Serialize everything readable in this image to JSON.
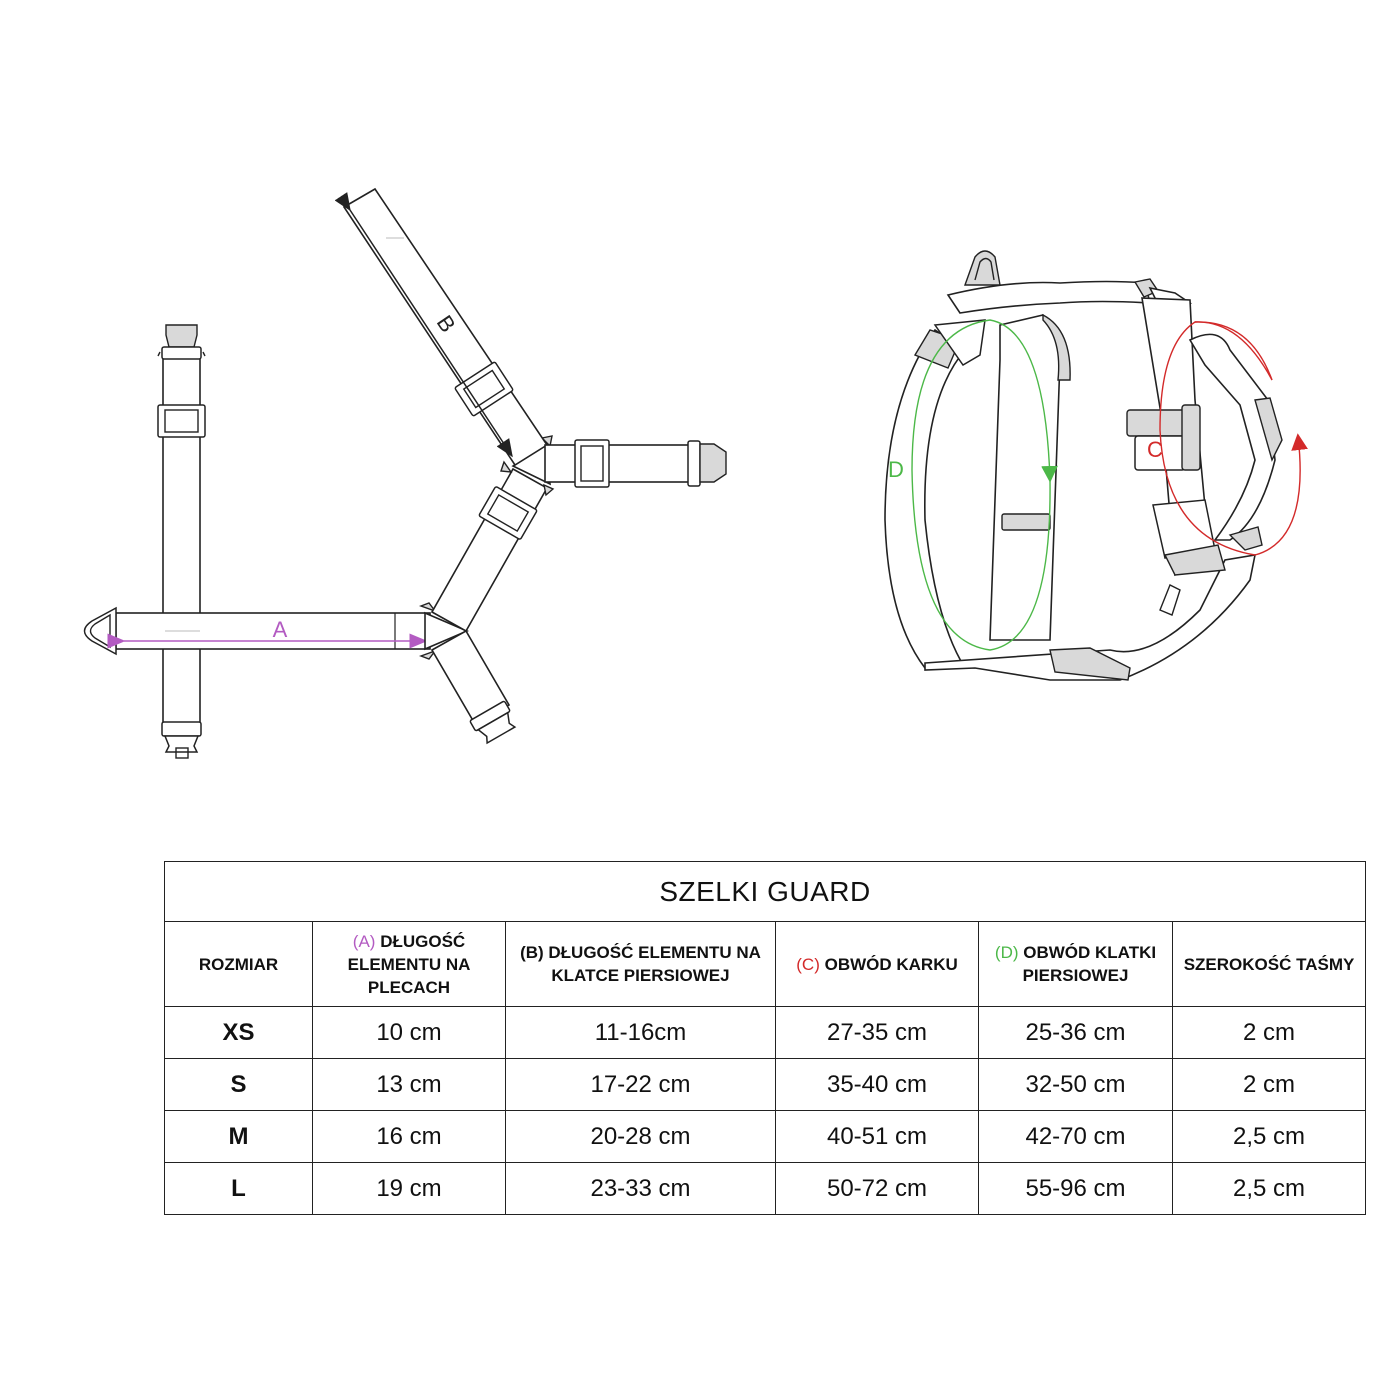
{
  "diagram": {
    "label_a": "A",
    "label_b": "B",
    "label_c": "C",
    "label_d": "D",
    "colors": {
      "a": "#b35bc2",
      "c": "#d32a2a",
      "d": "#4cb848",
      "line": "#222222"
    }
  },
  "table": {
    "title": "SZELKI GUARD",
    "headers": {
      "size": "ROZMIAR",
      "a_tag": "(A)",
      "a_text": "DŁUGOŚĆ ELEMENTU NA PLECACH",
      "b_text": "(B) DŁUGOŚĆ ELEMENTU NA KLATCE PIERSIOWEJ",
      "c_tag": "(C)",
      "c_text": "OBWÓD KARKU",
      "d_tag": "(D)",
      "d_text": "OBWÓD KLATKI PIERSIOWEJ",
      "width": "SZEROKOŚĆ TAŚMY"
    },
    "rows": [
      {
        "size": "XS",
        "a": "10 cm",
        "b": "11-16cm",
        "c": "27-35 cm",
        "d": "25-36 cm",
        "w": "2 cm"
      },
      {
        "size": "S",
        "a": "13 cm",
        "b": "17-22 cm",
        "c": "35-40 cm",
        "d": "32-50 cm",
        "w": "2 cm"
      },
      {
        "size": "M",
        "a": "16 cm",
        "b": "20-28 cm",
        "c": "40-51 cm",
        "d": "42-70 cm",
        "w": "2,5 cm"
      },
      {
        "size": "L",
        "a": "19 cm",
        "b": "23-33 cm",
        "c": "50-72 cm",
        "d": "55-96 cm",
        "w": "2,5 cm"
      }
    ]
  }
}
